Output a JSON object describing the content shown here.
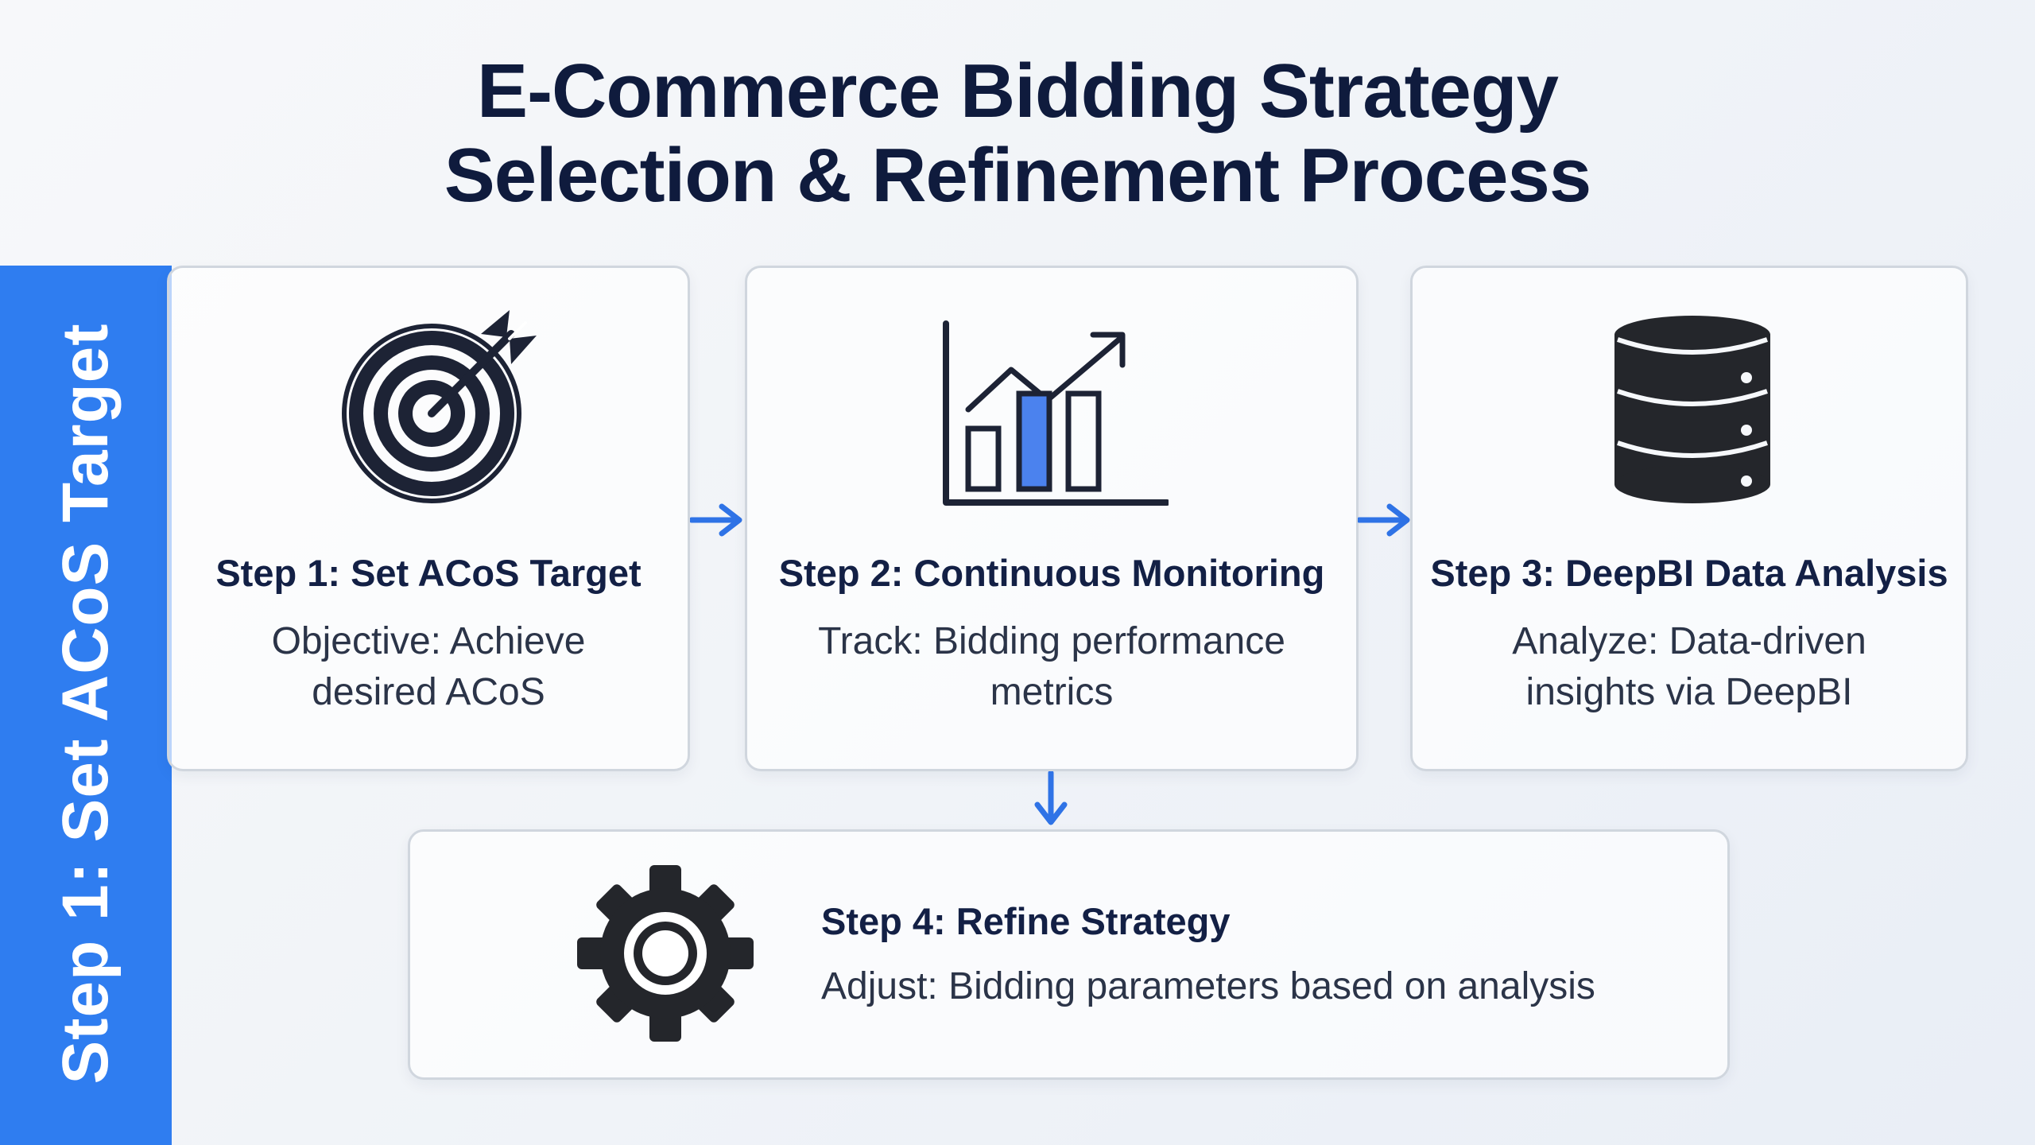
{
  "title": {
    "line1": "E-Commerce Bidding Strategy",
    "line2": "Selection & Refinement Process"
  },
  "side_banner": {
    "text": "Step 1: Set ACoS Target"
  },
  "steps": [
    {
      "heading": "Step 1: Set ACoS Target",
      "desc_line1": "Objective: Achieve",
      "desc_line2": "desired ACoS",
      "icon": "target-icon"
    },
    {
      "heading": "Step 2: Continuous Monitoring",
      "desc_line1": "Track: Bidding performance",
      "desc_line2": "metrics",
      "icon": "chart-icon"
    },
    {
      "heading": "Step 3: DeepBI Data Analysis",
      "desc_line1": "Analyze: Data-driven",
      "desc_line2": "insights via DeepBI",
      "icon": "database-icon"
    },
    {
      "heading": "Step 4: Refine Strategy",
      "desc_line1": "Adjust: Bidding parameters based on analysis",
      "icon": "gear-icon"
    }
  ],
  "colors": {
    "accent": "#2f7df0",
    "title": "#0f1b3d",
    "icon_dark": "#1d2335",
    "card_border": "#d0d6de",
    "arrow": "#2f73e6"
  }
}
